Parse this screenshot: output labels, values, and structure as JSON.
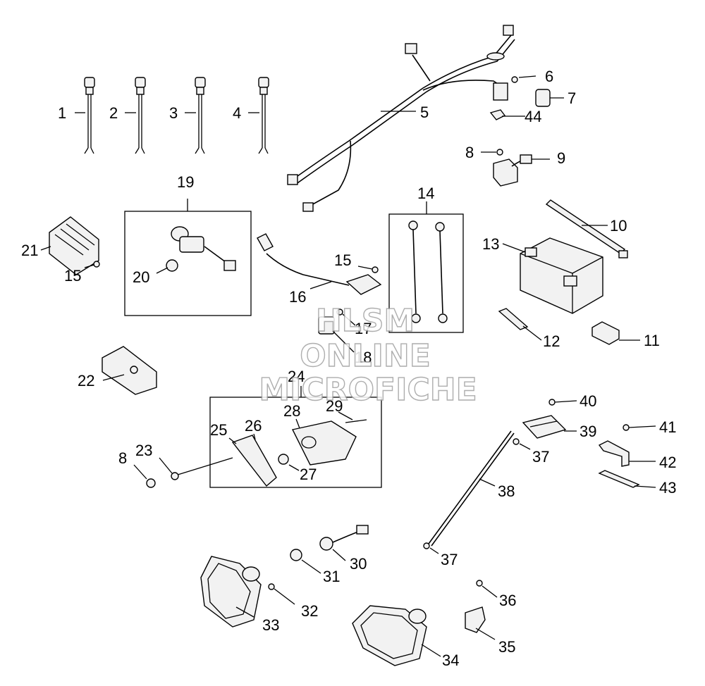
{
  "watermark": {
    "line1": "HLSM",
    "line2": "ONLINE",
    "line3": "MICROFICHE"
  },
  "callouts": {
    "c1": "1",
    "c2": "2",
    "c3": "3",
    "c4": "4",
    "c5": "5",
    "c6": "6",
    "c7": "7",
    "c8a": "8",
    "c8b": "8",
    "c9": "9",
    "c10": "10",
    "c11": "11",
    "c12": "12",
    "c13": "13",
    "c14": "14",
    "c15a": "15",
    "c15b": "15",
    "c16": "16",
    "c17": "17",
    "c18": "18",
    "c19": "19",
    "c20": "20",
    "c21": "21",
    "c22": "22",
    "c23": "23",
    "c24": "24",
    "c25": "25",
    "c26": "26",
    "c27": "27",
    "c28": "28",
    "c29": "29",
    "c30": "30",
    "c31": "31",
    "c32": "32",
    "c33": "33",
    "c34": "34",
    "c35": "35",
    "c36": "36",
    "c37a": "37",
    "c37b": "37",
    "c38": "38",
    "c39": "39",
    "c40": "40",
    "c41": "41",
    "c42": "42",
    "c43": "43",
    "c44": "44"
  }
}
